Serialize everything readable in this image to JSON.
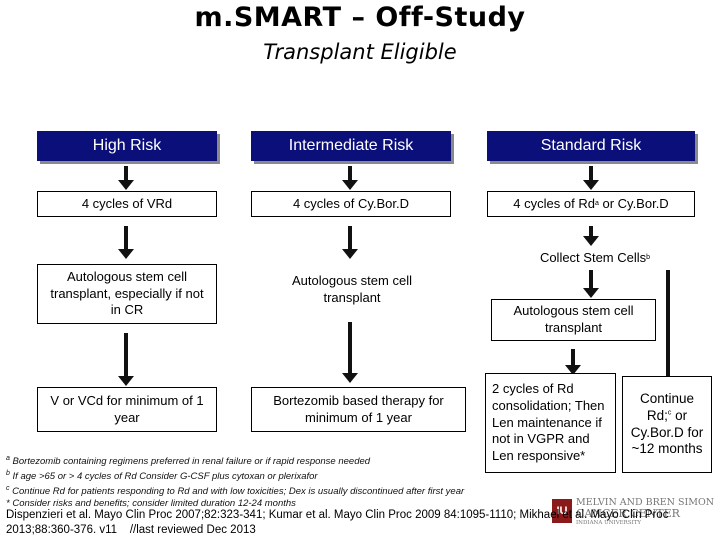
{
  "title": "m.SMART – Off-Study",
  "subtitle": "Transplant Eligible",
  "columns": {
    "high": {
      "header": "High Risk",
      "step1": "4 cycles of VRd",
      "step2": "Autologous stem cell transplant, especially if not in CR",
      "step3": "V or VCd for minimum of 1 year"
    },
    "intermediate": {
      "header": "Intermediate Risk",
      "step1": "4 cycles of Cy.Bor.D",
      "step2": "Autologous stem cell transplant",
      "step3": "Bortezomib based therapy for minimum of 1 year"
    },
    "standard": {
      "header": "Standard Risk",
      "step1_pre": "4 cycles of Rd",
      "step1_sup": "a",
      "step1_post": " or Cy.Bor.D",
      "collect": "Collect Stem Cells",
      "collect_sup": "b",
      "step2": "Autologous stem cell transplant",
      "option1": "2 cycles of Rd consolidation; Then Len maintenance if not in VGPR and Len responsive*",
      "option2_pre": "Continue Rd;",
      "option2_sup": "c",
      "option2_post": " or Cy.Bor.D for ~12 months"
    }
  },
  "footnotes": [
    {
      "mark": "a",
      "text": "Bortezomib containing regimens preferred in renal failure or if rapid response needed"
    },
    {
      "mark": "b",
      "text": "If age >65 or > 4 cycles of Rd Consider G-CSF plus cytoxan or plerixafor"
    },
    {
      "mark": "c",
      "text": "Continue Rd for patients responding to Rd and with low toxicities; Dex is usually discontinued after first year"
    },
    {
      "mark": "*",
      "text": "Consider risks and benefits; consider limited duration 12-24 months"
    }
  ],
  "references": "Dispenzieri et al. Mayo Clin Proc 2007;82:323-341; Kumar et al. Mayo Clin Proc 2009 84:1095-1110; Mikhael et al. Mayo Clin Proc 2013;88:360-376. v11    //last reviewed Dec 2013",
  "logo": {
    "line1": "MELVIN AND BREN SIMON",
    "line2": "CANCER CENTER",
    "line3": "INDIANA UNIVERSITY",
    "mark": "IU",
    "color": "#8b1a1a"
  }
}
